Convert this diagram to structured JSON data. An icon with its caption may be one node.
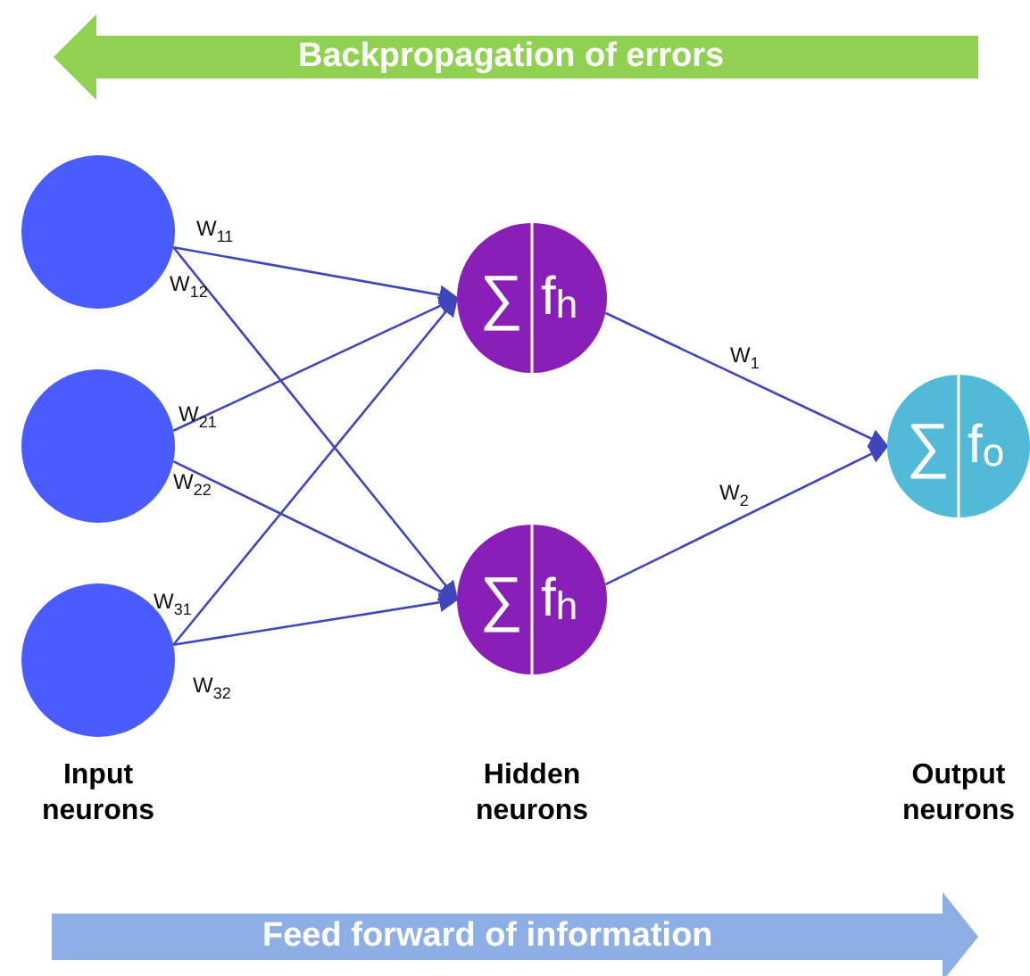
{
  "diagram": {
    "nodes": [
      {
        "text": [],
        "shape": "circle"
      },
      {
        "text": [],
        "shape": "circle"
      },
      {
        "text": [],
        "shape": "circle"
      },
      {
        "text": [
          "∑",
          "f$_{h}$"
        ]
      },
      {
        "text": [
          "∑",
          "f$_{h}$"
        ]
      },
      {
        "text": [
          "∑",
          "f$_{o}$"
        ]
      },
      {
        "text": [
          "Backpropagation of errors"
        ]
      },
      {
        "text": [
          "Feed forward of information"
        ]
      }
    ],
    "edges": [
      {
        "from": 0,
        "to": 3,
        "arrow": "to",
        "label": "W$_{11}$"
      },
      {
        "from": 0,
        "to": 4,
        "arrow": "to",
        "label": "W$_{12}$"
      },
      {
        "from": 1,
        "to": 3,
        "arrow": "to",
        "label": "W$_{21}$"
      },
      {
        "from": 1,
        "to": 4,
        "arrow": "to",
        "label": "W$_{22}$"
      },
      {
        "from": 2,
        "to": 3,
        "arrow": "to",
        "label": "W$_{31}$"
      },
      {
        "from": 2,
        "to": 4,
        "arrow": "to",
        "label": "W$_{32}$"
      },
      {
        "from": 3,
        "to": 5,
        "arrow": "to",
        "label": "W$_{1}$"
      },
      {
        "from": 4,
        "to": 5,
        "arrow": "to",
        "label": "W$_{2}$"
      }
    ],
    "labels": [
      "Input neurons",
      "Hidden neurons",
      "Output neurons"
    ]
  }
}
